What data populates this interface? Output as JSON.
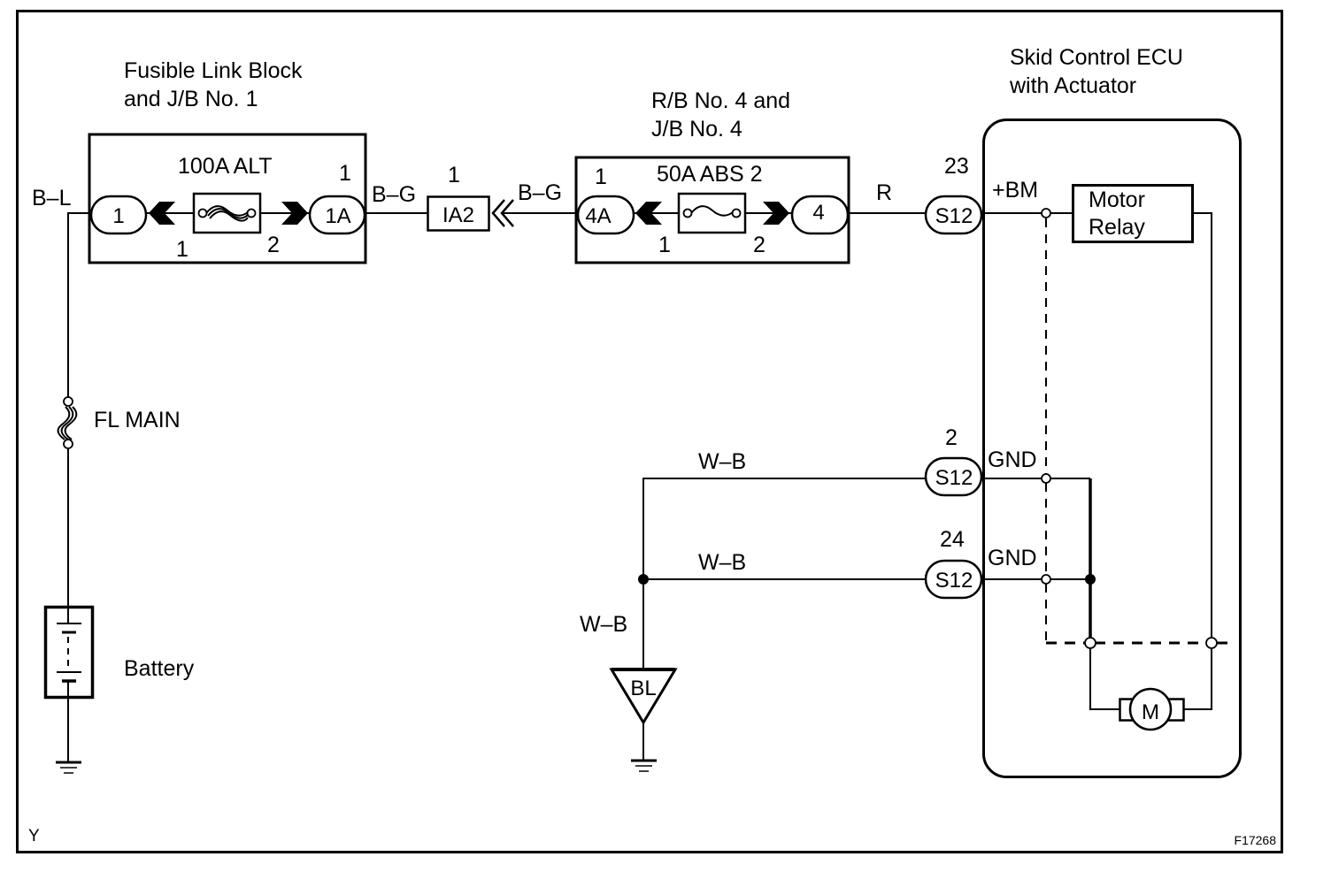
{
  "diagram": {
    "title_code": "F17268",
    "corner_label": "Y",
    "components": {
      "fusible_block": {
        "title_line1": "Fusible Link Block",
        "title_line2": "and J/B No. 1",
        "fuse_label": "100A ALT",
        "left_connector": "1",
        "right_connector": "1A",
        "right_connector_pin": "1",
        "fuse_pin_left": "1",
        "fuse_pin_right": "2"
      },
      "junction_ia2": {
        "label": "IA2",
        "pin": "1"
      },
      "relay_block": {
        "title_line1": "R/B No. 4 and",
        "title_line2": "J/B No. 4",
        "fuse_label": "50A ABS 2",
        "left_connector": "4A",
        "left_connector_pin": "1",
        "right_connector": "4",
        "fuse_pin_left": "1",
        "fuse_pin_right": "2"
      },
      "ecu": {
        "title_line1": "Skid Control ECU",
        "title_line2": "with Actuator",
        "connectors": [
          {
            "pin": "23",
            "label": "S12",
            "terminal": "+BM"
          },
          {
            "pin": "2",
            "label": "S12",
            "terminal": "GND"
          },
          {
            "pin": "24",
            "label": "S12",
            "terminal": "GND"
          }
        ],
        "relay_line1": "Motor",
        "relay_line2": "Relay",
        "motor_label": "M"
      },
      "fl_main": {
        "label": "FL MAIN"
      },
      "battery": {
        "label": "Battery"
      },
      "ground_point": {
        "label": "BL"
      }
    },
    "wires": {
      "battery_feed": "B–L",
      "fuse_to_ia2": "B–G",
      "ia2_to_relay": "B–G",
      "relay_to_ecu": "R",
      "gnd_upper": "W–B",
      "gnd_lower": "W–B",
      "gnd_trunk": "W–B"
    }
  }
}
